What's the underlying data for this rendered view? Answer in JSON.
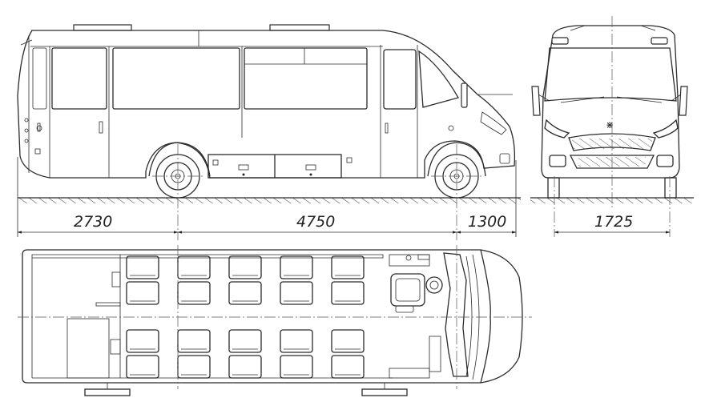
{
  "dimensions": {
    "front_overhang": "2730",
    "wheelbase": "4750",
    "rear_overhang": "1300",
    "track_width": "1725"
  }
}
